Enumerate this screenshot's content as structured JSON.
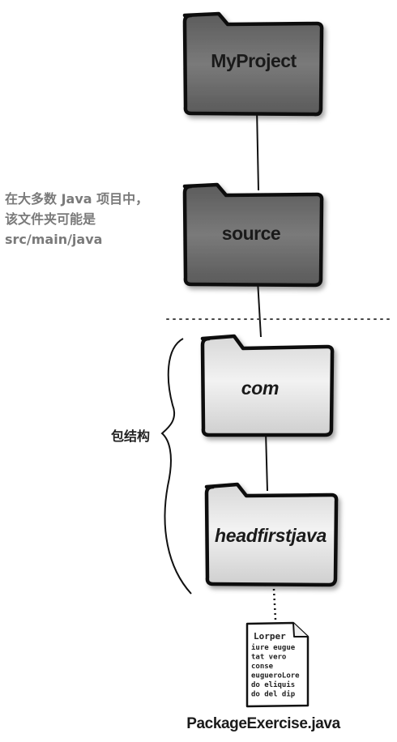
{
  "folders": {
    "root": {
      "label": "MyProject"
    },
    "source": {
      "label": "source"
    },
    "com": {
      "label": "com"
    },
    "package": {
      "label": "headfirstjava"
    }
  },
  "annotation": {
    "lines": [
      "在大多数 Java 项目中，",
      "该文件夹可能是",
      "src/main/java"
    ]
  },
  "package_structure_label": "包结构",
  "source_file": {
    "name": "PackageExercise.java",
    "content_lines": [
      "Lorper",
      "iure eugue",
      "tat vero",
      "conse",
      "eugueroLore",
      "do eliquis",
      "do del dip"
    ]
  },
  "colors": {
    "dark_folder": "#6b6b6b",
    "light_folder": "#e6e6e6",
    "outline": "#111111",
    "annotation_text": "#7a7a7a"
  }
}
